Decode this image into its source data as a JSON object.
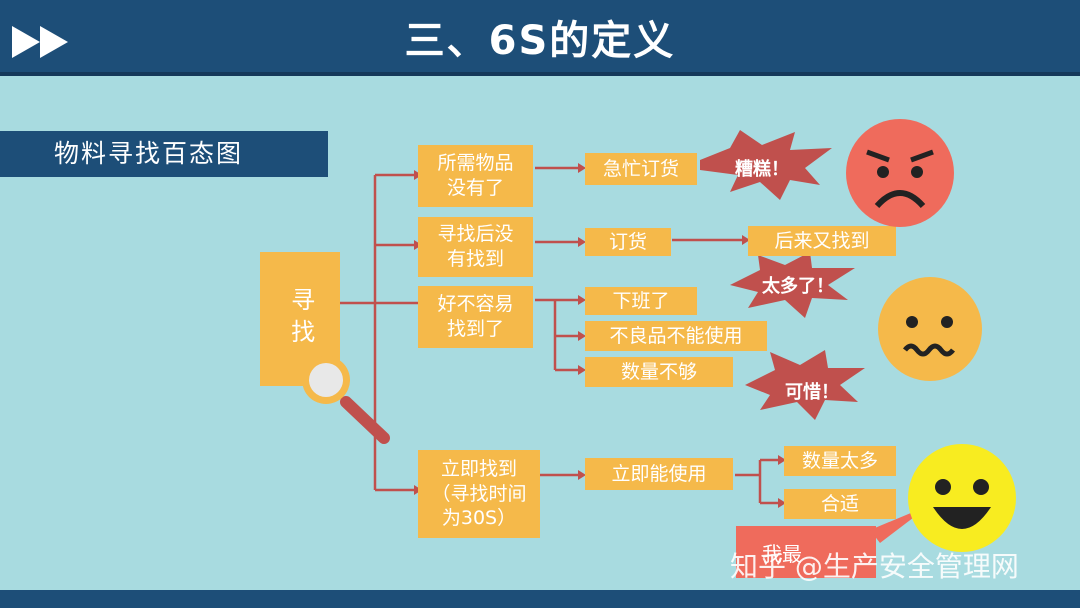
{
  "header": {
    "title": "三、6S的定义"
  },
  "subtitle": "物料寻找百态图",
  "root": "寻找",
  "branches": [
    {
      "label": "所需物品没有了",
      "lines": [
        "所需物品",
        "没有了"
      ],
      "action": "急忙订货",
      "exclaim": "糟糕！"
    },
    {
      "label": "寻找后没有找到",
      "lines": [
        "寻找后没",
        "有找到"
      ],
      "action": "订货",
      "result": "后来又找到",
      "exclaim": "太多了！"
    },
    {
      "label": "好不容易找到了",
      "lines": [
        "好不容易",
        "找到了"
      ],
      "outcomes": [
        "下班了",
        "不良品不能使用",
        "数量不够"
      ],
      "exclaim": "可惜！"
    },
    {
      "label": "立即找到（寻找时间为30S）",
      "lines": [
        "立即找到",
        "（寻找时间",
        "为30S）"
      ],
      "action": "立即能使用",
      "outcomes": [
        "数量太多",
        "合适"
      ]
    }
  ],
  "speech": "我最",
  "watermark": "知乎 @生产安全管理网",
  "colors": {
    "header": "#1d4e78",
    "background": "#a8dbe0",
    "box": "#f5b94a",
    "line": "#c0504d",
    "burst": "#c0504d"
  },
  "icons": [
    "fast-forward-icon",
    "magnifier-icon",
    "sad-face-icon",
    "worried-face-icon",
    "happy-face-icon"
  ]
}
